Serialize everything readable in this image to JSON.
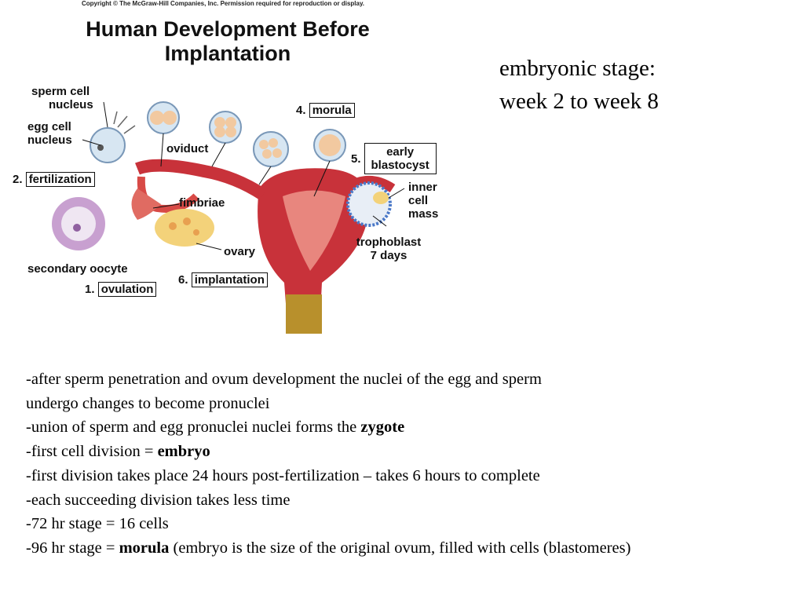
{
  "copyright": "Copyright © The McGraw-Hill Companies, Inc. Permission required for reproduction or display.",
  "figure": {
    "title_line1": "Human Development Before",
    "title_line2": "Implantation",
    "labels": {
      "sperm_nucleus_1": "sperm cell",
      "sperm_nucleus_2": "nucleus",
      "egg_nucleus_1": "egg cell",
      "egg_nucleus_2": "nucleus",
      "oviduct": "oviduct",
      "fimbriae": "fimbriae",
      "ovary": "ovary",
      "secondary_oocyte": "secondary oocyte",
      "inner_cell_mass_1": "inner",
      "inner_cell_mass_2": "cell",
      "inner_cell_mass_3": "mass",
      "trophoblast_1": "trophoblast",
      "trophoblast_2": "7 days"
    },
    "steps": [
      {
        "num": "1.",
        "label": "ovulation"
      },
      {
        "num": "2.",
        "label": "fertilization"
      },
      {
        "num": "4.",
        "label": "morula"
      },
      {
        "num": "5.",
        "label_line1": "early",
        "label_line2": "blastocyst"
      },
      {
        "num": "6.",
        "label": "implantation"
      }
    ]
  },
  "stage_note": {
    "line1": "embryonic stage:",
    "line2": "week 2 to week 8"
  },
  "body": {
    "l1": "-after sperm penetration and ovum development the nuclei of the egg and sperm",
    "l2": "undergo changes to become pronuclei",
    "l3_pre": "-union of sperm and egg pronuclei nuclei forms the ",
    "l3_bold": "zygote",
    "l4_pre": "-first cell division = ",
    "l4_bold": "embryo",
    "l5": "-first division takes place 24 hours post-fertilization – takes 6 hours to complete",
    "l6": "-each succeeding division takes less time",
    "l7": "-72 hr stage = 16 cells",
    "l8_pre": "-96 hr stage = ",
    "l8_bold": "morula",
    "l8_post": " (embryo is the size of the original ovum, filled with cells (blastomeres)"
  },
  "colors": {
    "tissue": "#c8323a",
    "tissue_light": "#e8867e",
    "ovary": "#f3d27a",
    "cell": "#d7e6f2",
    "morula": "#f2c9a0",
    "oocyte": "#c8a0d0"
  }
}
